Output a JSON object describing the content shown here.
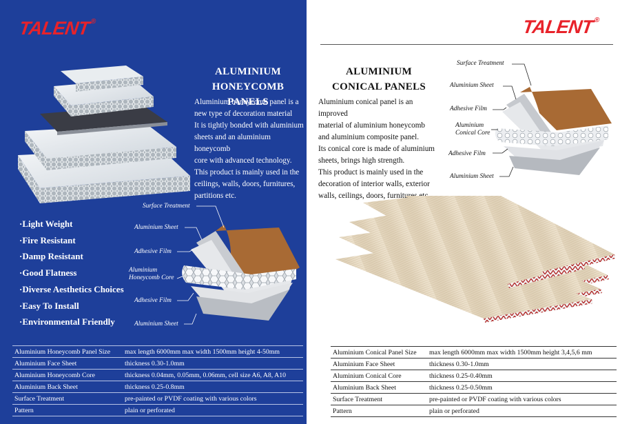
{
  "brand": {
    "logo_text": "TALENT",
    "registered_mark": "®",
    "color": "#e8222a"
  },
  "left": {
    "background": "#1e3f9a",
    "title_line1": "ALUMINIUM",
    "title_line2": "HONEYCOMB PANELS",
    "description": [
      "Aluminium honeycomb panel is a",
      "new type of decoration material",
      "It is tightly bonded with aluminium",
      "sheets and an aluminium honeycomb",
      "core with advanced technology.",
      "This product is mainly used in the",
      "ceilings, walls, doors, furnitures,",
      "partitions etc."
    ],
    "features": [
      "·Light Weight",
      "·Fire Resistant",
      "·Damp Resistant",
      "·Good Flatness",
      "·Diverse Aesthetics Choices",
      "·Easy To Install",
      "·Environmental Friendly"
    ],
    "layers": [
      "Surface Treatment",
      "Aluminium Sheet",
      "Adhesive Film",
      "Aluminium",
      "Honeycomb Core",
      "Adhesive Film",
      "Aluminium Sheet"
    ],
    "specs": [
      {
        "key": "Aluminium Honeycomb Panel Size",
        "value": "max length 6000mm   max width 1500mm   height 4-50mm"
      },
      {
        "key": "Aluminium Face Sheet",
        "value": "thickness 0.30-1.0mm"
      },
      {
        "key": "Aluminium Honeycomb Core",
        "value": "thickness 0.04mm, 0.05mm, 0.06mm,  cell size A6,  A8,  A10"
      },
      {
        "key": "Aluminium Back Sheet",
        "value": "thickness 0.25-0.8mm"
      },
      {
        "key": "Surface Treatment",
        "value": "pre-painted or PVDF coating with various colors"
      },
      {
        "key": "Pattern",
        "value": "plain or perforated"
      }
    ]
  },
  "right": {
    "title_line1": "ALUMINIUM",
    "title_line2": "CONICAL PANELS",
    "description": [
      "Aluminium conical panel is an improved",
      "material of aluminium honeycomb",
      "and aluminium composite panel.",
      "Its conical core is made of aluminium",
      "sheets, brings high strength.",
      "This product is mainly used in the",
      "decoration of interior walls, exterior",
      "walls, ceilings, doors, furnitures etc."
    ],
    "layers": [
      "Surface Treatment",
      "Aluminium Sheet",
      "Adhesive Film",
      "Aluminium",
      "Conical Core",
      "Adhesive Film",
      "Aluminium Sheet"
    ],
    "specs": [
      {
        "key": "Aluminium Conical Panel Size",
        "value": "max length 6000mm   max width 1500mm   height 3,4,5,6 mm"
      },
      {
        "key": "Aluminium Face Sheet",
        "value": "thickness 0.30-1.0mm"
      },
      {
        "key": "Aluminium Conical Core",
        "value": "thickness 0.25-0.40mm"
      },
      {
        "key": "Aluminium Back Sheet",
        "value": "thickness 0.25-0.50mm"
      },
      {
        "key": "Surface Treatment",
        "value": "pre-painted or PVDF coating with various colors"
      },
      {
        "key": "Pattern",
        "value": "plain or perforated"
      }
    ]
  }
}
